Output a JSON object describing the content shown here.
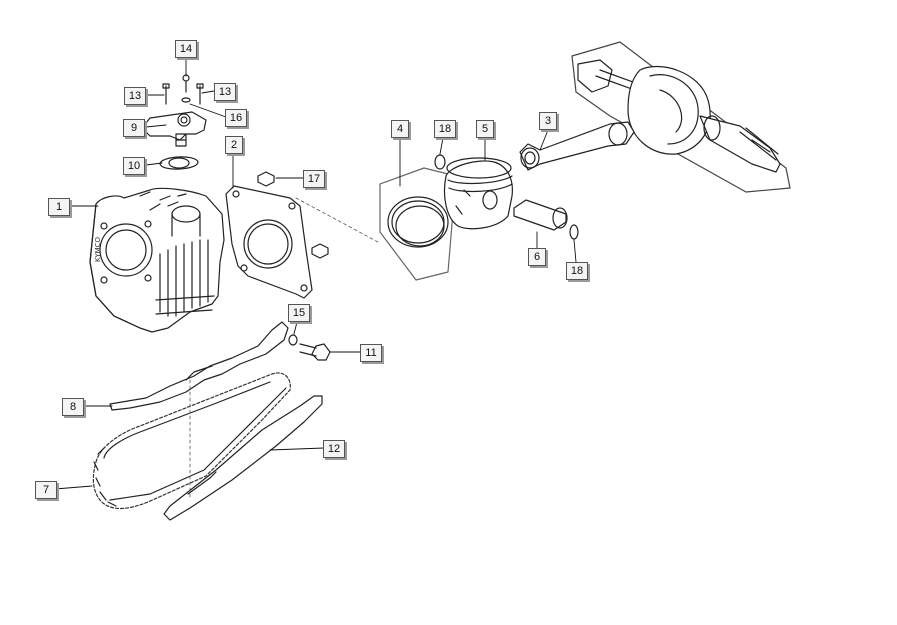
{
  "brand_mark": "KYMCO",
  "callouts": {
    "p1": "1",
    "p2": "2",
    "p3": "3",
    "p4": "4",
    "p5": "5",
    "p6": "6",
    "p7": "7",
    "p8": "8",
    "p9": "9",
    "p10": "10",
    "p11": "11",
    "p12": "12",
    "p13a": "13",
    "p13b": "13",
    "p14": "14",
    "p15": "15",
    "p16": "16",
    "p17": "17",
    "p18a": "18",
    "p18b": "18"
  }
}
